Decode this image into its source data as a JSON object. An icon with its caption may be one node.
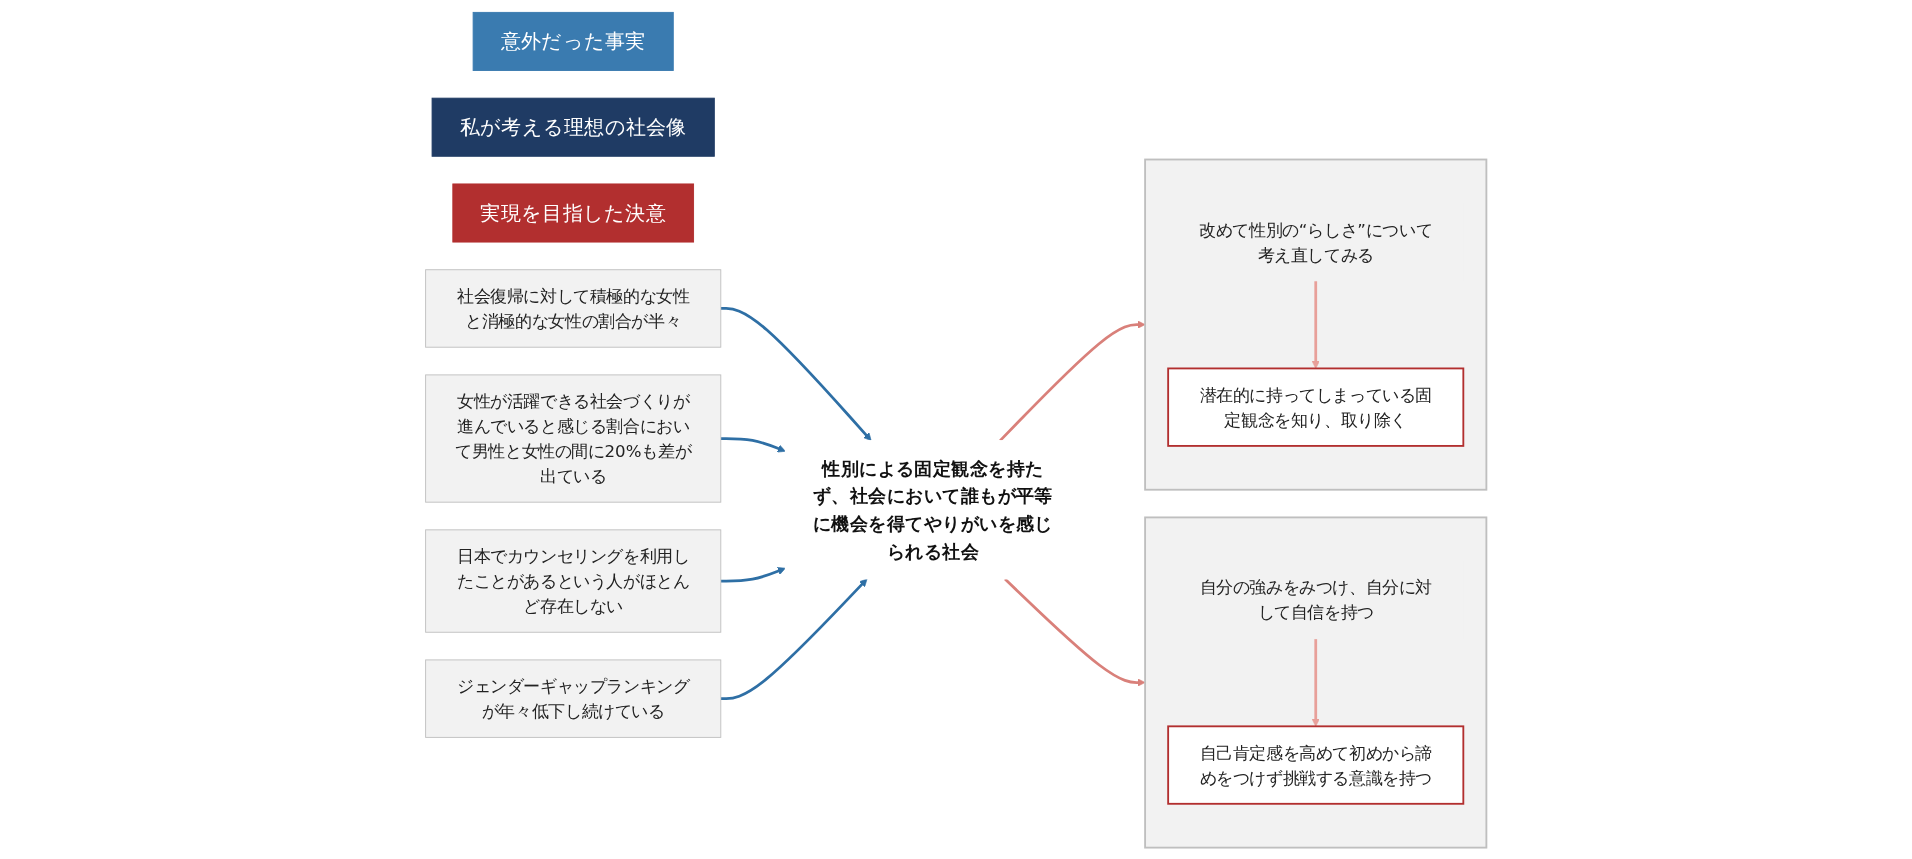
{
  "diagram": {
    "nodes": [
      {
        "text": [
          "意外だった事実"
        ]
      },
      {
        "text": [
          "私が考える理想の社会像"
        ]
      },
      {
        "text": [
          "実現を目指した決意"
        ]
      },
      {
        "text": [
          "社会復帰に対して積極的な女性と消極的な女性の割合が半々"
        ]
      },
      {
        "text": [
          "女性が活躍できる社会づくりが進んでいると感じる割合において男性と女性の間に20%も差が出ている"
        ]
      },
      {
        "text": [
          "日本でカウンセリングを利用したことがあるという人がほとんど存在しない"
        ]
      },
      {
        "text": [
          "ジェンダーギャップランキングが年々低下し続けている"
        ]
      },
      {
        "text": [
          "性別による固定観念を持たず、社会において誰もが平等に機会を得てやりがいを感じられる社会"
        ]
      },
      {
        "text": [],
        "shape": "box"
      },
      {
        "text": [
          "改めて性別の“らしさ”について考え直してみる"
        ],
        "in": 8
      },
      {
        "text": [
          "潜在的に持ってしまっている固定観念を知り、取り除く"
        ],
        "in": 8
      },
      {
        "text": [],
        "shape": "box"
      },
      {
        "text": [
          "自分の強みをみつけ、自分に対して自信を持つ"
        ],
        "in": 11
      },
      {
        "text": [
          "自己肯定感を高めて初めから諦めをつけず挑戦する意識を持つ"
        ],
        "in": 11
      }
    ],
    "edges": [
      {
        "from": 3,
        "to": 7,
        "arrow": "to",
        "color": "#2e6fa5"
      },
      {
        "from": 4,
        "to": 7,
        "arrow": "to",
        "color": "#2e6fa5"
      },
      {
        "from": 5,
        "to": 7,
        "arrow": "to",
        "color": "#2e6fa5"
      },
      {
        "from": 6,
        "to": 7,
        "arrow": "to",
        "color": "#2e6fa5"
      },
      {
        "from": 7,
        "to": 8,
        "arrow": "to",
        "color": "#d9807a"
      },
      {
        "from": 7,
        "to": 11,
        "arrow": "to",
        "color": "#d9807a"
      },
      {
        "from": 9,
        "to": 10,
        "arrow": "to",
        "color": "#e8a09a"
      },
      {
        "from": 12,
        "to": 13,
        "arrow": "to",
        "color": "#e8a09a"
      }
    ]
  }
}
